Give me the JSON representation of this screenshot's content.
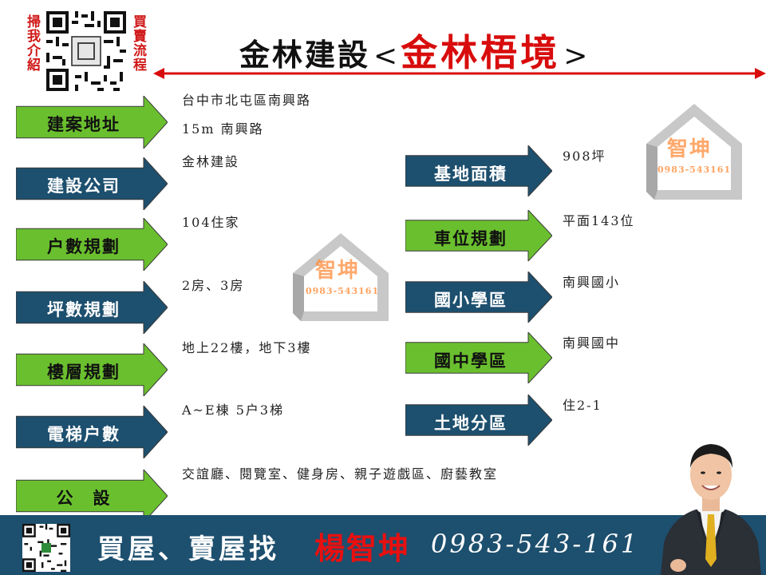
{
  "header": {
    "left_side_text": "掃我介紹",
    "right_side_text": "買賣流程",
    "title_company": "金林建設",
    "bracket_open": "<",
    "title_project": "金林梧境",
    "bracket_close": ">"
  },
  "left_items": [
    {
      "label": "建案地址",
      "value": "台中市北屯區南興路",
      "value2": "15m 南興路",
      "color": "green"
    },
    {
      "label": "建設公司",
      "value": "金林建設",
      "color": "blue"
    },
    {
      "label": "户數規劃",
      "value": "104住家",
      "color": "green"
    },
    {
      "label": "坪數規劃",
      "value": "2房、3房",
      "color": "blue"
    },
    {
      "label": "樓層規劃",
      "value": "地上22樓，地下3樓",
      "color": "green"
    },
    {
      "label": "電梯户數",
      "value": "A~E棟 5户3梯",
      "color": "blue"
    },
    {
      "label": "公　設",
      "value": "交誼廳、閱覽室、健身房、親子遊戲區、廚藝教室",
      "color": "green"
    }
  ],
  "right_items": [
    {
      "label": "基地面積",
      "value": "908坪",
      "color": "blue"
    },
    {
      "label": "車位規劃",
      "value": "平面143位",
      "color": "green"
    },
    {
      "label": "國小學區",
      "value": "南興國小",
      "color": "blue"
    },
    {
      "label": "國中學區",
      "value": "南興國中",
      "color": "green"
    },
    {
      "label": "土地分區",
      "value": "住2-1",
      "color": "blue"
    }
  ],
  "watermark": {
    "name": "智坤",
    "phone": "0983-543161"
  },
  "footer": {
    "slogan": "買屋、賣屋找",
    "agent_name": "楊智坤",
    "phone": "0983-543-161"
  },
  "colors": {
    "green": "#6abf2e",
    "blue": "#1d4f6e",
    "red": "#d80c0c"
  }
}
